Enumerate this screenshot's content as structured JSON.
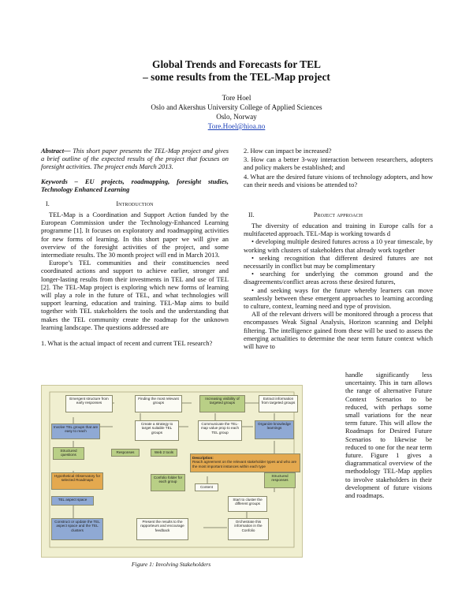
{
  "title_line1": "Global Trends and Forecasts for TEL",
  "title_line2": "– some results from the TEL-Map project",
  "author": "Tore Hoel",
  "affiliation": "Oslo and Akershus University College of Applied Sciences",
  "location": "Oslo, Norway",
  "email": "Tore.Hoel@hioa.no",
  "abstract_label": "Abstract—",
  "abstract_text": " This short paper presents the TEL-Map project and gives a brief outline of the expected results of the project that focuses on foresight activities. The project ends March 2013.",
  "keywords_label": "Keywords –",
  "keywords_text": " EU projects, roadmapping, foresight studies, Technology Enhanced Learning",
  "sec1_num": "I.",
  "sec1_title": "Introduction",
  "p1": "TEL-Map is a Coordination and Support Action funded by the European Commission under the Technology-Enhanced Learning programme [1]. It focuses on exploratory and roadmapping activities for new forms of learning. In this short paper we will give an overview of the foresight activities of the project, and some intermediate results. The 30 month project will end in March 2013.",
  "p2": "Europe’s TEL communities and their constituencies need coordinated actions and support to achieve earlier, stronger and longer-lasting results from their investments in TEL and use of TEL [2]. The TEL-Map project is exploring which new forms of learning will play a role in the future of TEL, and what technologies will support learning, education and training. TEL-Map aims to build together with TEL stakeholders the tools and the understanding that makes the TEL community create the roadmap for the unknown learning landscape. The questions addressed are",
  "q1": "1. What is the actual impact of recent and current TEL research?",
  "q2": "2. How can impact be increased?",
  "q3": "3. How can a better 3-way interaction between researchers, adopters and policy makers be established; and",
  "q4": "4. What are the desired future visions of technology adopters, and how can their needs and visions be attended to?",
  "sec2_num": "II.",
  "sec2_title": "Project approach",
  "p3": "The diversity of education and training in Europe calls for a multifaceted approach. TEL-Map is working towards d",
  "b1": "• developing multiple desired futures across a 10 year timescale, by working with clusters of stakeholders that already work together",
  "b2": "• seeking recognition that different desired futures are not necessarily in conflict but may be complimentary",
  "b3": "• searching for underlying the common ground and the disagreements/conflict areas across these desired futures,",
  "b4": "• and seeking ways for the future whereby learners can move seamlessly between these emergent approaches to learning according to culture, context, learning need and type of provision.",
  "p4": "All of the relevant drivers will be monitored through a process that encompasses Weak Signal Analysis, Horizon scanning and Delphi filtering. The intelligence gained from these will be used to assess the emerging actualities to determine the near term future context which will have to",
  "p4_cont": "handle significantly less uncertainty. This in turn allows the range of alternative Future Context Scenarios to be reduced, with perhaps some small variations for the near term future. This will allow the Roadmaps for Desired Future Scenarios to likewise be reduced to one for the near term future. Figure 1 gives a diagrammatical overview of the methodology TEL-Map applies to involve stakeholders in their development of future visions and roadmaps.",
  "figure_caption": "Figure 1: Involving Stakeholders",
  "figure": {
    "emergent": "Emergent structure from early responses",
    "finding": "Finding the most relevant groups",
    "increasing": "Increasing visibility of targeted groups",
    "extract": "Extract information from targeted groups",
    "involve": "Involve TEL groups that are easy to reach",
    "strategy": "Create a strategy to target suitable TEL groups",
    "communicate": "Communicate the TEL-map value prop to each TEL group",
    "organize": "Organize knowledge learnings",
    "structured_q": "Structured questions",
    "responses": "Responses",
    "web2": "Web 2 tools",
    "desc_label": "Description:",
    "desc_text": "Reach agreement on the relevant stakeholder types and who are the most important instances within each type",
    "hypothetical": "Hypothetical Observatory for selected Roadmaps",
    "confolio": "Confolio folder for each group",
    "content": "Content",
    "start_cluster": "Start to cluster the different groups",
    "structured_r": "Structured responses",
    "tel_aspect": "TEL aspect space",
    "construct": "Construct or update the TEL aspect space and the TEL clusters",
    "present": "Present the results to the rapporteurs and encourage feedback",
    "orchestrate": "Orchestrate this information in the Confolio"
  }
}
